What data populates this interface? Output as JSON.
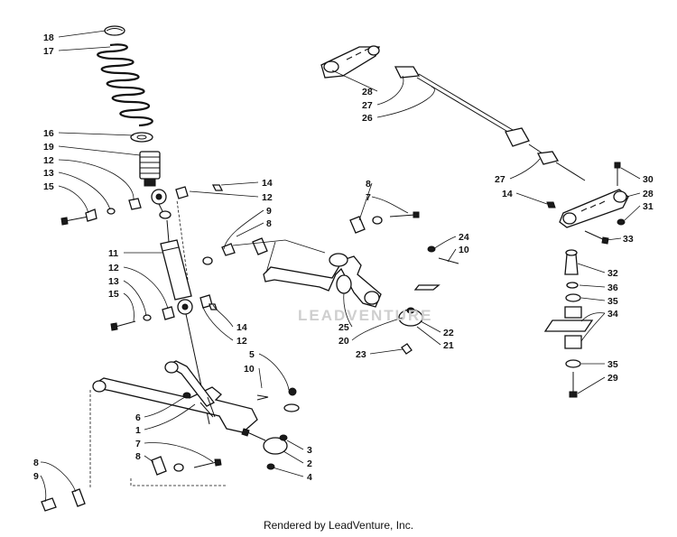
{
  "watermark": "LEADVENTURE",
  "footer": "Rendered by LeadVenture, Inc.",
  "callouts": [
    {
      "n": "18"
    },
    {
      "n": "17"
    },
    {
      "n": "16"
    },
    {
      "n": "19"
    },
    {
      "n": "12"
    },
    {
      "n": "13"
    },
    {
      "n": "15"
    },
    {
      "n": "14"
    },
    {
      "n": "12"
    },
    {
      "n": "9"
    },
    {
      "n": "8"
    },
    {
      "n": "11"
    },
    {
      "n": "12"
    },
    {
      "n": "13"
    },
    {
      "n": "15"
    },
    {
      "n": "14"
    },
    {
      "n": "12"
    },
    {
      "n": "5"
    },
    {
      "n": "10"
    },
    {
      "n": "6"
    },
    {
      "n": "1"
    },
    {
      "n": "7"
    },
    {
      "n": "8"
    },
    {
      "n": "3"
    },
    {
      "n": "2"
    },
    {
      "n": "4"
    },
    {
      "n": "8"
    },
    {
      "n": "9"
    },
    {
      "n": "8"
    },
    {
      "n": "7"
    },
    {
      "n": "24"
    },
    {
      "n": "10"
    },
    {
      "n": "25"
    },
    {
      "n": "20"
    },
    {
      "n": "23"
    },
    {
      "n": "22"
    },
    {
      "n": "21"
    },
    {
      "n": "28"
    },
    {
      "n": "27"
    },
    {
      "n": "26"
    },
    {
      "n": "27"
    },
    {
      "n": "14"
    },
    {
      "n": "30"
    },
    {
      "n": "28"
    },
    {
      "n": "31"
    },
    {
      "n": "33"
    },
    {
      "n": "32"
    },
    {
      "n": "36"
    },
    {
      "n": "35"
    },
    {
      "n": "34"
    },
    {
      "n": "35"
    },
    {
      "n": "29"
    }
  ]
}
